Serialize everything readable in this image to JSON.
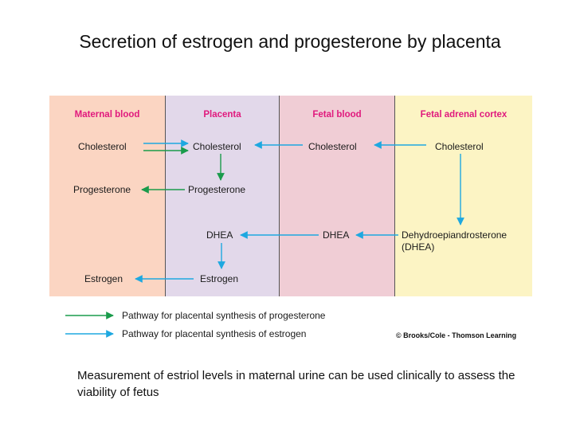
{
  "title": "Secretion of estrogen and progesterone by placenta",
  "colors": {
    "maternal_bg": "#fbd5c2",
    "placenta_bg": "#e2d8ea",
    "fetal_blood_bg": "#f0cdd5",
    "fetal_adrenal_bg": "#fcf4c4",
    "header_text": "#e0197d",
    "progesterone_arrow": "#1a9b4b",
    "estrogen_arrow": "#1ea8e0"
  },
  "columns": [
    {
      "label": "Maternal blood"
    },
    {
      "label": "Placenta"
    },
    {
      "label": "Fetal blood"
    },
    {
      "label": "Fetal adrenal cortex"
    }
  ],
  "nodes": {
    "maternal_cholesterol": "Cholesterol",
    "maternal_progesterone": "Progesterone",
    "maternal_estrogen": "Estrogen",
    "placenta_cholesterol": "Cholesterol",
    "placenta_progesterone": "Progesterone",
    "placenta_dhea": "DHEA",
    "placenta_estrogen": "Estrogen",
    "fetal_cholesterol": "Cholesterol",
    "fetal_dhea": "DHEA",
    "adrenal_cholesterol": "Cholesterol",
    "adrenal_dhea_line1": "Dehydroepiandrosterone",
    "adrenal_dhea_line2": "(DHEA)"
  },
  "legend": {
    "progesterone": {
      "label": "Pathway for placental synthesis of progesterone",
      "icon": "green-arrow-icon"
    },
    "estrogen": {
      "label": "Pathway for placental synthesis of estrogen",
      "icon": "blue-arrow-icon"
    }
  },
  "credit": "© Brooks/Cole - Thomson Learning",
  "caption": "Measurement of estriol levels in maternal urine can be used clinically to assess the viability of fetus"
}
